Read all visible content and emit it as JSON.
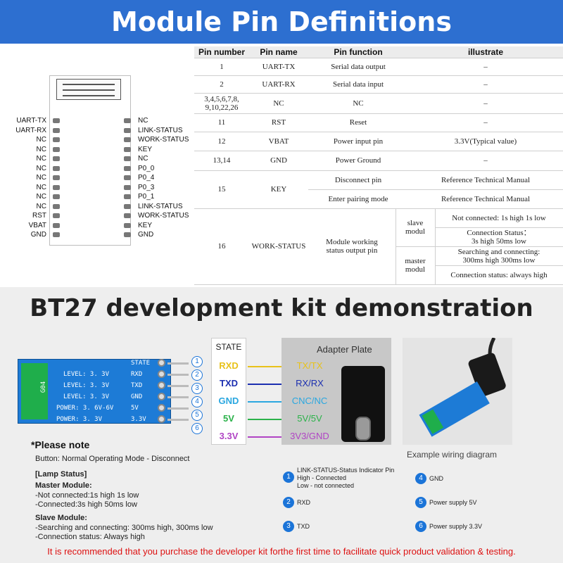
{
  "header": {
    "title": "Module Pin Definitions"
  },
  "module": {
    "left_pins": [
      "UART-TX",
      "UART-RX",
      "NC",
      "NC",
      "NC",
      "NC",
      "NC",
      "NC",
      "NC",
      "NC",
      "RST",
      "VBAT",
      "GND"
    ],
    "right_pins": [
      "NC",
      "LINK-STATUS",
      "WORK-STATUS",
      "KEY",
      "NC",
      "P0_0",
      "P0_4",
      "P0_3",
      "P0_1",
      "LINK-STATUS",
      "WORK-STATUS",
      "KEY",
      "GND"
    ]
  },
  "table": {
    "headers": [
      "Pin number",
      "Pin name",
      "Pin function",
      "illustrate"
    ],
    "rows": [
      [
        "1",
        "UART-TX",
        "Serial data output",
        "–"
      ],
      [
        "2",
        "UART-RX",
        "Serial data input",
        "–"
      ],
      [
        "3,4,5,6,7,8,\n9,10,22,26",
        "NC",
        "NC",
        "–"
      ],
      [
        "11",
        "RST",
        "Reset",
        "–"
      ],
      [
        "12",
        "VBAT",
        "Power input pin",
        "3.3V(Typical value)"
      ],
      [
        "13,14",
        "GND",
        "Power Ground",
        "–"
      ]
    ],
    "key_row": {
      "num": "15",
      "name": "KEY",
      "func1": "Disconnect pin",
      "ill1": "Reference Technical Manual",
      "func2": "Enter pairing mode",
      "ill2": "Reference Technical Manual"
    },
    "work_row": {
      "num": "16",
      "name": "WORK-STATUS",
      "func": "Module working\nstatus output pin",
      "slave": "slave\nmodul",
      "master": "master\nmodul",
      "s1": "Not connected: 1s high 1s low",
      "s2": "Connection Status：\n3s high 50ms low",
      "m1": "Searching and connecting:\n300ms high 300ms low",
      "m2": "Connection status: always high"
    }
  },
  "kit": {
    "title": "BT27 development kit demonstration",
    "board_labels": [
      "LEVEL: 3. 3V",
      "LEVEL: 3. 3V",
      "LEVEL: 3. 3V",
      "POWER: 3. 6V-6V",
      "POWER: 3. 3V"
    ],
    "board_pins": [
      "STATE",
      "RXD",
      "TXD",
      "GND",
      "5V",
      "3.3V"
    ],
    "chip_label": "G04",
    "numbers": [
      "1",
      "2",
      "3",
      "4",
      "5",
      "6"
    ],
    "state_header": "STATE",
    "signals": [
      {
        "label": "RXD",
        "color": "#e8c21a"
      },
      {
        "label": "TXD",
        "color": "#1c2fb0"
      },
      {
        "label": "GND",
        "color": "#2aa7e0"
      },
      {
        "label": "5V",
        "color": "#2bb24a"
      },
      {
        "label": "3.3V",
        "color": "#b044c4"
      }
    ],
    "adapter_title": "Adapter Plate",
    "adapter_pins": [
      {
        "label": "TX/TX",
        "color": "#e8c21a"
      },
      {
        "label": "RX/RX",
        "color": "#1c2fb0"
      },
      {
        "label": "CNC/NC",
        "color": "#2aa7e0"
      },
      {
        "label": "5V/5V",
        "color": "#2bb24a"
      },
      {
        "label": "3V3/GND",
        "color": "#b044c4"
      }
    ],
    "example_caption": "Example wiring diagram"
  },
  "notes": {
    "title": "*Please note",
    "button": "Button: Normal Operating Mode - Disconnect",
    "lamp": "[Lamp Status]",
    "master": "Master Module:",
    "master1": "-Not connected:1s high 1s low",
    "master2": "-Connected:3s high 50ms low",
    "slave": "Slave Module:",
    "slave1": "-Searching and connecting: 300ms high, 300ms low",
    "slave2": "-Connection status: Always high"
  },
  "legend": [
    {
      "n": "1",
      "text": "LINK-STATUS-Status Indicator Pin\nHigh - Connected\nLow - not connected"
    },
    {
      "n": "2",
      "text": "RXD"
    },
    {
      "n": "3",
      "text": "TXD"
    },
    {
      "n": "4",
      "text": "GND"
    },
    {
      "n": "5",
      "text": "Power supply 5V"
    },
    {
      "n": "6",
      "text": "Power supply 3.3V"
    }
  ],
  "footer": "It is recommended that you purchase the developer kit forthe first time to facilitate quick product validation & testing.",
  "colors": {
    "header_bg": "#2d6fd0",
    "accent": "#1b74d8",
    "footer": "#dd1111"
  }
}
